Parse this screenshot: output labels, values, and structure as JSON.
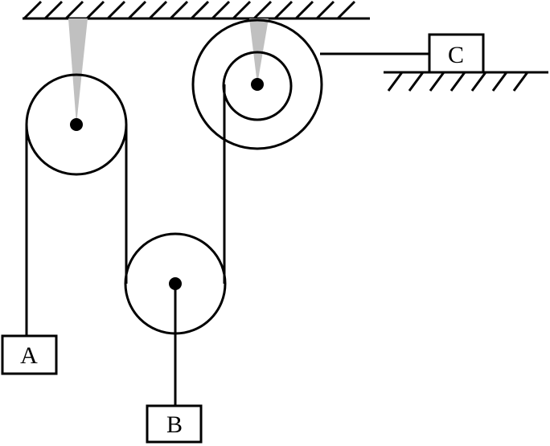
{
  "blocks": {
    "a": "A",
    "b": "B",
    "c": "C"
  },
  "colors": {
    "line": "#000000",
    "support": "#c0c0c0"
  }
}
